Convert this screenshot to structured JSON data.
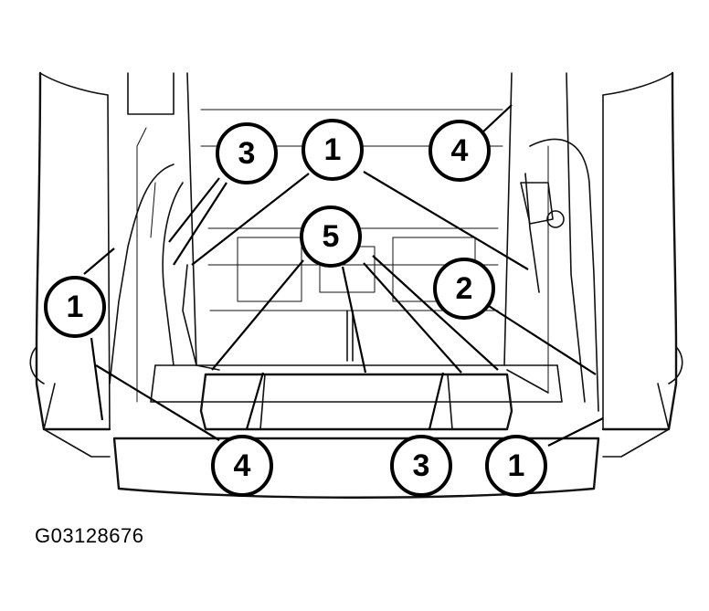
{
  "figure_id": "G03128676",
  "callouts": [
    {
      "label": "3"
    },
    {
      "label": "1"
    },
    {
      "label": "4"
    },
    {
      "label": "5"
    },
    {
      "label": "2"
    },
    {
      "label": "1"
    },
    {
      "label": "4"
    },
    {
      "label": "3"
    },
    {
      "label": "1"
    }
  ]
}
